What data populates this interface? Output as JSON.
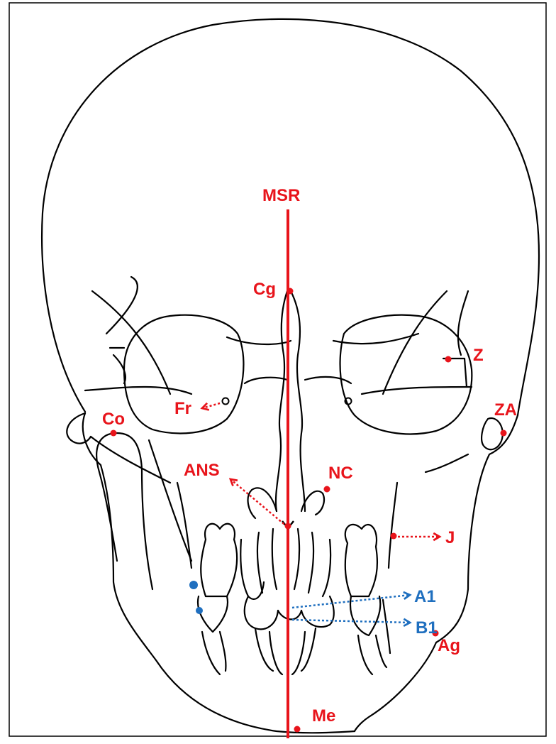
{
  "colors": {
    "landmark_red": "#e8141b",
    "landmark_blue": "#1f6fbf",
    "outline": "#000000"
  },
  "labels": {
    "msr": "MSR",
    "cg": "Cg",
    "z": "Z",
    "fr": "Fr",
    "za": "ZA",
    "co": "Co",
    "ans": "ANS",
    "nc": "NC",
    "j": "J",
    "a1": "A1",
    "b1": "B1",
    "ag": "Ag",
    "me": "Me"
  }
}
